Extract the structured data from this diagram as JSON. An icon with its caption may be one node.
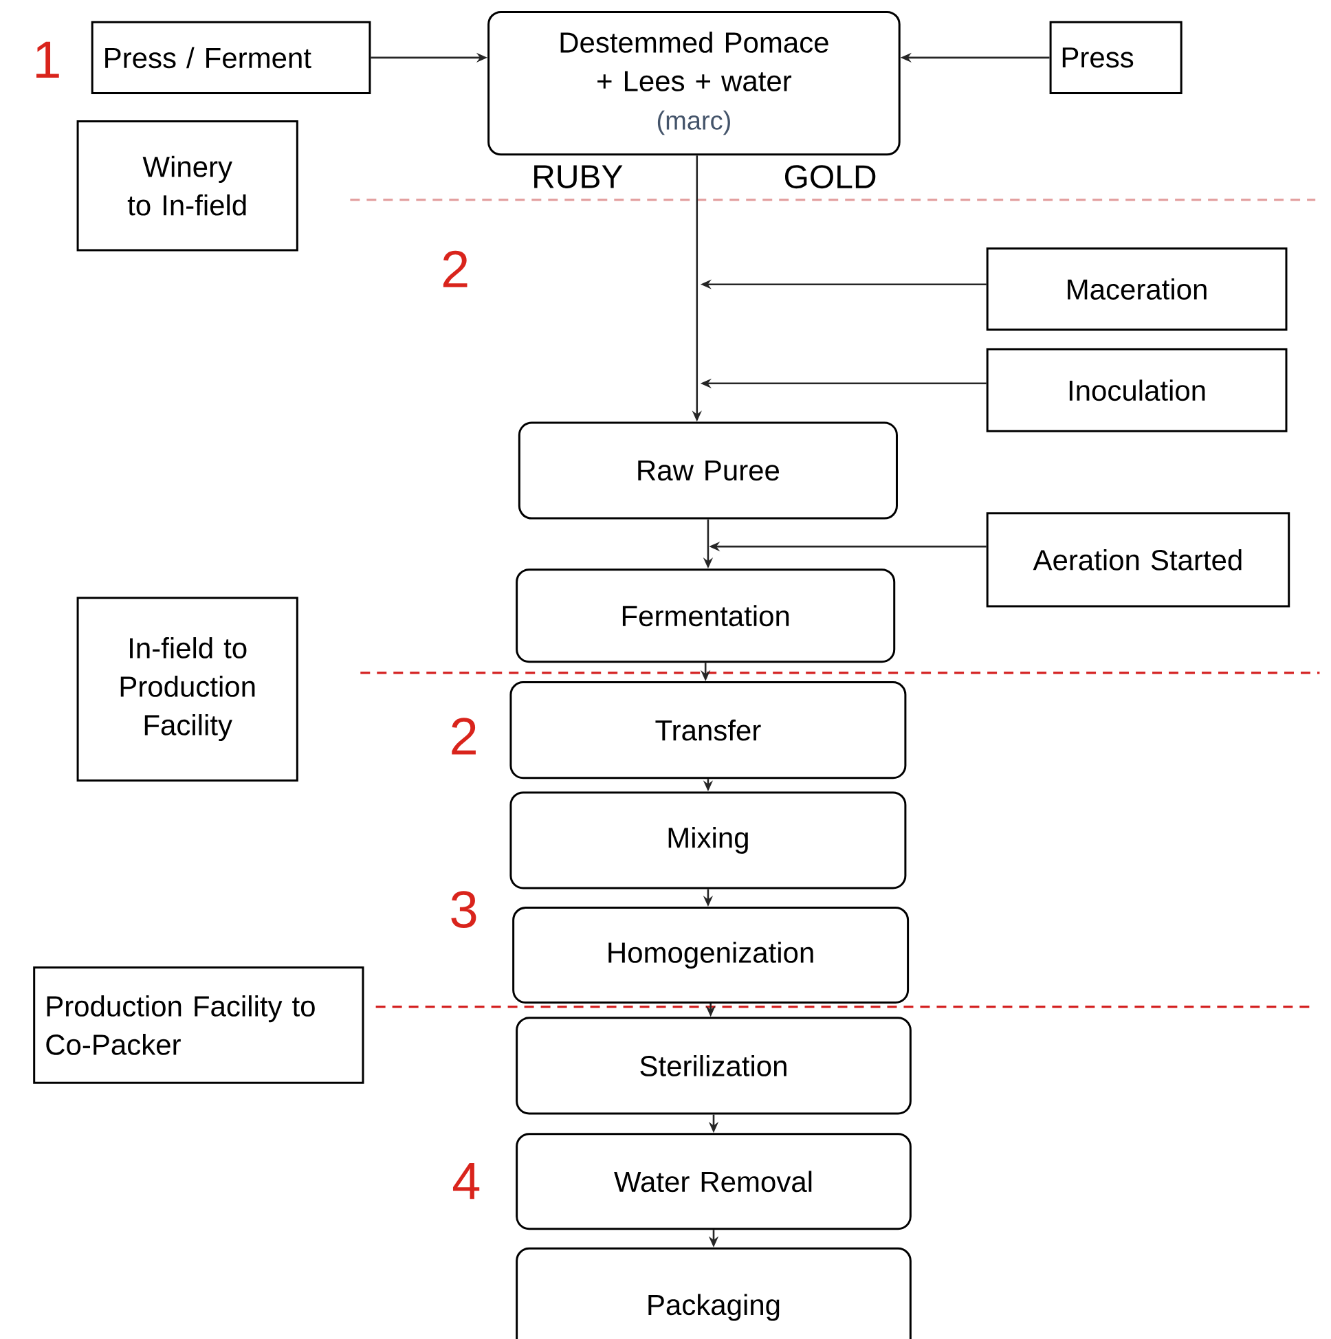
{
  "diagram": {
    "nodes": [
      {
        "text": [
          "Press / Ferment"
        ]
      },
      {
        "text": [
          "Destemmed Pomace + Lees + water",
          "(marc)"
        ]
      },
      {
        "text": [
          "Press"
        ]
      },
      {
        "text": [
          "Winery to In-field"
        ]
      },
      {
        "text": [
          "Maceration"
        ]
      },
      {
        "text": [
          "Inoculation"
        ]
      },
      {
        "text": [
          "Raw Puree"
        ]
      },
      {
        "text": [
          "Aeration Started"
        ]
      },
      {
        "text": [
          "Fermentation"
        ]
      },
      {
        "text": [
          "In-field to Production Facility"
        ]
      },
      {
        "text": [
          "Transfer"
        ]
      },
      {
        "text": [
          "Mixing"
        ]
      },
      {
        "text": [
          "Homogenization"
        ]
      },
      {
        "text": [
          "Production Facility to Co-Packer"
        ]
      },
      {
        "text": [
          "Sterilization"
        ]
      },
      {
        "text": [
          "Water Removal"
        ]
      },
      {
        "text": [
          "Packaging"
        ]
      }
    ],
    "edges": [
      {
        "from": 0,
        "to": 1,
        "arrow": "to"
      },
      {
        "from": 2,
        "to": 1,
        "arrow": "to"
      },
      {
        "from": 1,
        "to": 6,
        "arrow": "to"
      },
      {
        "from": 4,
        "to": null,
        "arrow": "to"
      },
      {
        "from": 5,
        "to": null,
        "arrow": "to"
      },
      {
        "from": 7,
        "to": null,
        "arrow": "to"
      },
      {
        "from": 6,
        "to": 8,
        "arrow": "to"
      },
      {
        "from": 8,
        "to": 10,
        "arrow": "to"
      },
      {
        "from": 10,
        "to": 11,
        "arrow": "to"
      },
      {
        "from": 11,
        "to": 12,
        "arrow": "to"
      },
      {
        "from": 12,
        "to": 14,
        "arrow": "to"
      },
      {
        "from": 14,
        "to": 15,
        "arrow": "to"
      },
      {
        "from": 15,
        "to": 16,
        "arrow": "to"
      }
    ],
    "labels": [
      "1",
      "RUBY",
      "GOLD",
      "2",
      "2",
      "3",
      "4"
    ]
  }
}
